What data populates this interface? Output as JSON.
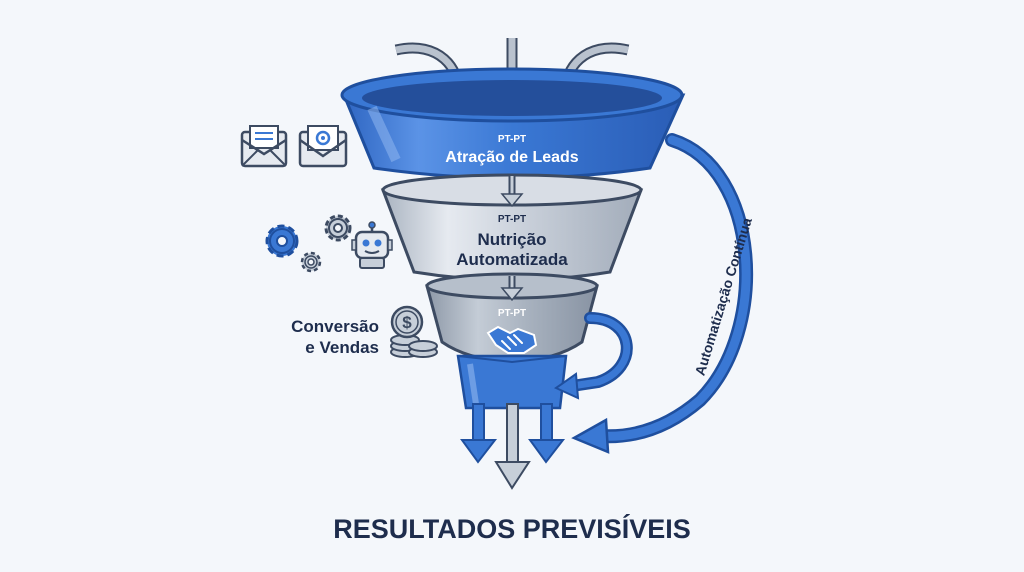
{
  "stages": [
    {
      "tag": "PT-PT",
      "label": "Atração de Leads"
    },
    {
      "tag": "PT-PT",
      "label_line1": "Nutrição",
      "label_line2": "Automatizada"
    },
    {
      "tag": "PT-PT"
    }
  ],
  "side_labels": {
    "conversion_line1": "Conversão",
    "conversion_line2": "e Vendas",
    "loop": "Automatização Contínua"
  },
  "footer": {
    "title": "RESULTADOS PREVISÍVEIS"
  },
  "colors": {
    "blue": "#3a78d4",
    "blue_dark": "#1f4f9e",
    "gray": "#c7cfd9",
    "gray_dark": "#8c98a8",
    "navy": "#1e2d4d",
    "background": "#f4f7fb"
  },
  "icons": [
    "envelope-icon",
    "at-envelope-icon",
    "gear-icon",
    "robot-icon",
    "dollar-coins-icon",
    "handshake-icon"
  ]
}
